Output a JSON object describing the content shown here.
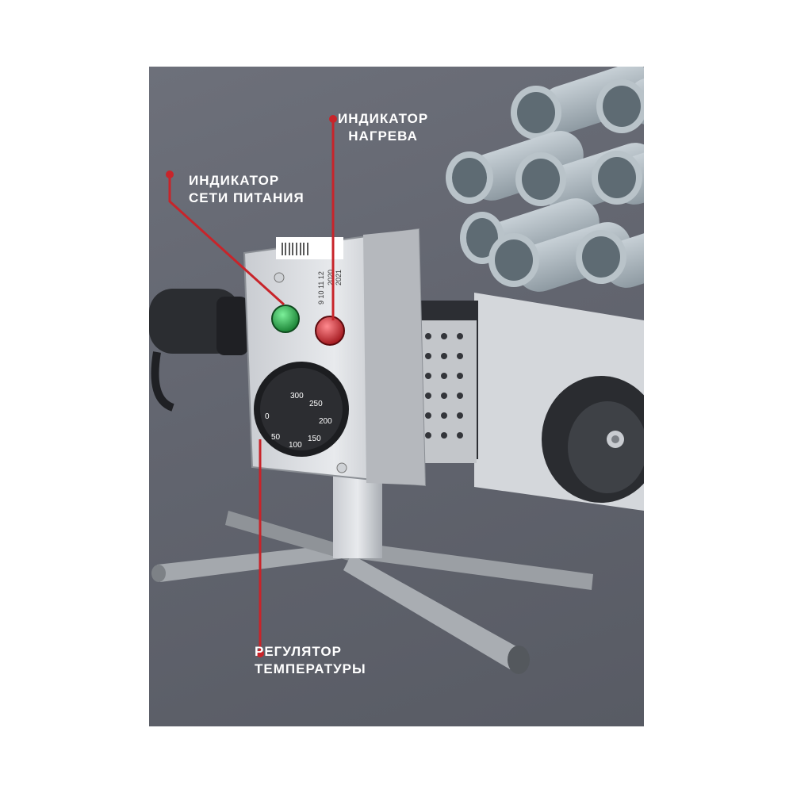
{
  "callouts": {
    "heating": {
      "line1": "ИНДИКАТОР",
      "line2": "НАГРЕВА"
    },
    "power": {
      "line1": "ИНДИКАТОР",
      "line2": "СЕТИ ПИТАНИЯ"
    },
    "temperature": {
      "line1": "РЕГУЛЯТОР",
      "line2": "ТЕМПЕРАТУРЫ"
    }
  },
  "dial": {
    "ticks": [
      "300",
      "250",
      "200",
      "150",
      "100",
      "50",
      "0"
    ]
  },
  "label": {
    "lines": [
      "2020",
      "2021",
      "9 10 11 12"
    ]
  },
  "colors": {
    "background": "#62656f",
    "callout_line": "#c8242a",
    "power_lamp": "#1e9b3c",
    "heating_lamp": "#d11c24"
  }
}
